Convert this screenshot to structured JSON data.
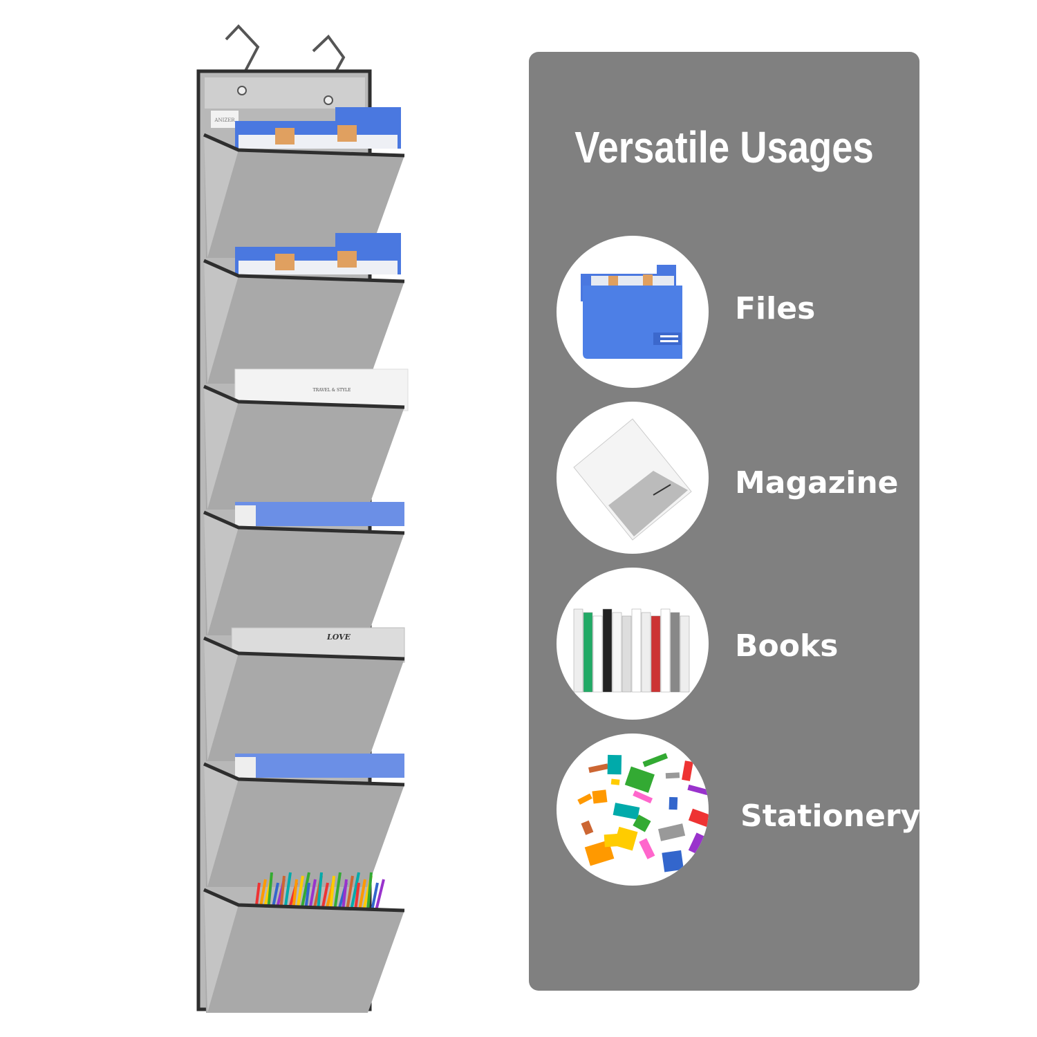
{
  "product": {
    "brand_tag": "ANIZER",
    "magazine_cover": "TRAVEL & STYLE",
    "book_title": "LOVE",
    "pocket_count": 7
  },
  "panel": {
    "title": "Versatile Usages",
    "usages": [
      {
        "label": "Files",
        "icon": "folder-icon"
      },
      {
        "label": "Magazine",
        "icon": "magazine-icon"
      },
      {
        "label": "Books",
        "icon": "books-icon"
      },
      {
        "label": "Stationery",
        "icon": "stationery-icon"
      }
    ]
  },
  "colors": {
    "panel": "#808080",
    "fabric": "#a9a9a9",
    "trim": "#2e2e2e",
    "folder": "#4a78e0"
  }
}
